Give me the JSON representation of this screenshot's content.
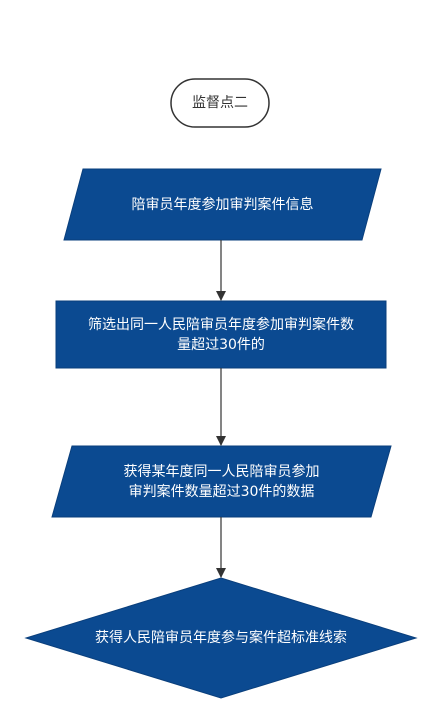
{
  "flowchart": {
    "start_label": "监督点二",
    "step1_label": "陪审员年度参加审判案件信息",
    "step2_label": "筛选出同一人民陪审员年度参加审判案件数\n量超过30件的",
    "step3_label": "获得某年度同一人民陪审员参加\n审判案件数量超过30件的数据",
    "decision_label": "获得人民陪审员年度参与案件超标准线索",
    "colors": {
      "node_fill": "#0b4a91",
      "node_stroke": "#0a3f7c",
      "arrow": "#333333",
      "start_stroke": "#333333"
    }
  }
}
